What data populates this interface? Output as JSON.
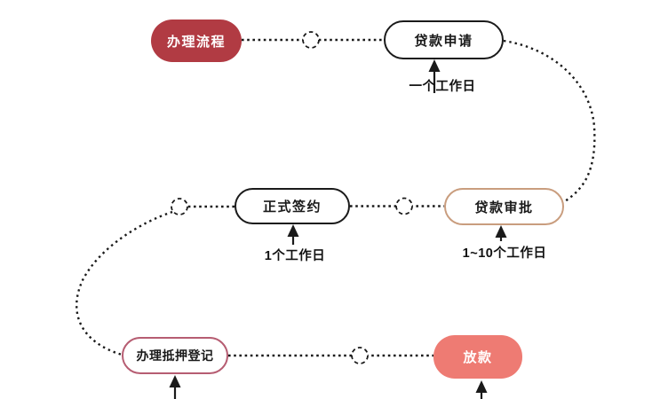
{
  "diagram": {
    "type": "flowchart",
    "background_color": "#ffffff",
    "line_color": "#1a1a1a",
    "connector_style": "dotted",
    "nodes": [
      {
        "id": "process",
        "label": "办理流程",
        "fill": "#b13b43",
        "text_color": "#ffffff",
        "border_color": "none"
      },
      {
        "id": "loan-application",
        "label": "贷款申请",
        "fill": "#ffffff",
        "text_color": "#1a1a1a",
        "border_color": "#1a1a1a"
      },
      {
        "id": "formal-signing",
        "label": "正式签约",
        "fill": "#ffffff",
        "text_color": "#1a1a1a",
        "border_color": "#1a1a1a"
      },
      {
        "id": "loan-approval",
        "label": "贷款审批",
        "fill": "#ffffff",
        "text_color": "#1a1a1a",
        "border_color": "#c99d7e"
      },
      {
        "id": "mortgage-registration",
        "label": "办理抵押登记",
        "fill": "#ffffff",
        "text_color": "#1a1a1a",
        "border_color": "#b65d72"
      },
      {
        "id": "disbursement",
        "label": "放款",
        "fill": "#ee7b73",
        "text_color": "#ffffff",
        "border_color": "none"
      }
    ],
    "duration_labels": [
      {
        "for": "loan-application",
        "text": "一个工作日"
      },
      {
        "for": "formal-signing",
        "text": "1个工作日"
      },
      {
        "for": "loan-approval",
        "text": "1~10个工作日"
      }
    ],
    "flow_order": [
      "办理流程",
      "贷款申请",
      "贷款审批",
      "正式签约",
      "办理抵押登记",
      "放款"
    ]
  }
}
